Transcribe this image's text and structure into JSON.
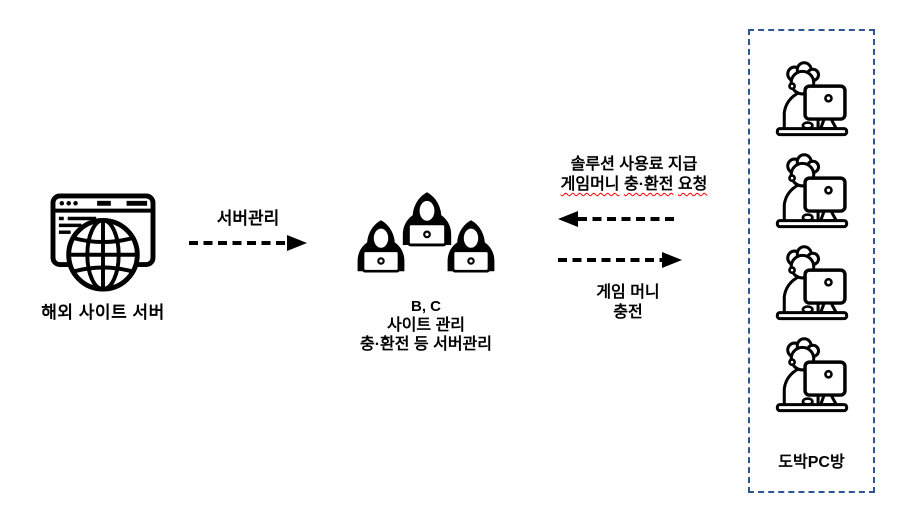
{
  "server": {
    "label": "해외 사이트 서버"
  },
  "server_arrow": {
    "label": "서버관리",
    "direction": "right"
  },
  "operators": {
    "name": "B, C",
    "role1": "사이트 관리",
    "role2": "충·환전 등 서버관리"
  },
  "request_arrow": {
    "line1": "솔루션 사용료 지급",
    "line2_words": [
      "게임머니",
      "충·환전",
      "요청"
    ],
    "direction": "left"
  },
  "supply_arrow": {
    "line1": "게임 머니",
    "line2": "충전",
    "direction": "right"
  },
  "pc_room": {
    "label": "도박PC방",
    "person_count": 4
  },
  "colors": {
    "ink": "#000000",
    "box_border": "#2e5596",
    "spellcheck_underline": "#ff0000"
  }
}
